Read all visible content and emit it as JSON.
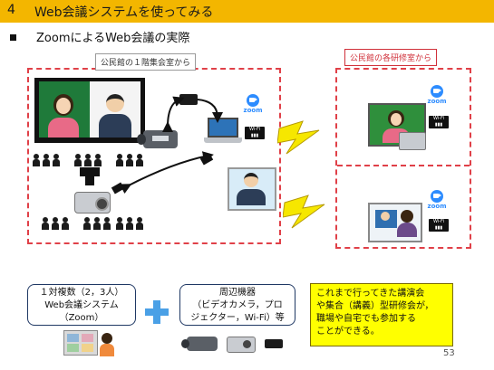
{
  "header": {
    "section_number": "4",
    "title": "Web会議システムを使ってみる"
  },
  "subtitle": "ZoomによるWeb会議の実際",
  "left_label": "公民館の１階集会室から",
  "right_label": "公民館の各研修室から",
  "zoom_text": "zoom",
  "wifi_text": "Wi-Fi",
  "card_system": {
    "line1": "１対複数（2，3人）",
    "line2": "Web会議システム",
    "line3": "（Zoom）"
  },
  "plus": "+",
  "card_devices": {
    "line1": "周辺機器",
    "line2": "（ビデオカメラ，プロ",
    "line3": "ジェクター，Wi-Fi）等"
  },
  "note": {
    "line1": "これまで行ってきた講演会",
    "line2": "や集合（講義）型研修会が，",
    "line3": "職場や自宅でも参加する",
    "line4": "ことができる。"
  },
  "page_number": "53",
  "colors": {
    "title_bar": "#f3b600",
    "dash": "#e04048",
    "zoom_blue": "#2d8cff",
    "note_bg": "#ffff00",
    "plus_blue": "#4aa0e6"
  }
}
